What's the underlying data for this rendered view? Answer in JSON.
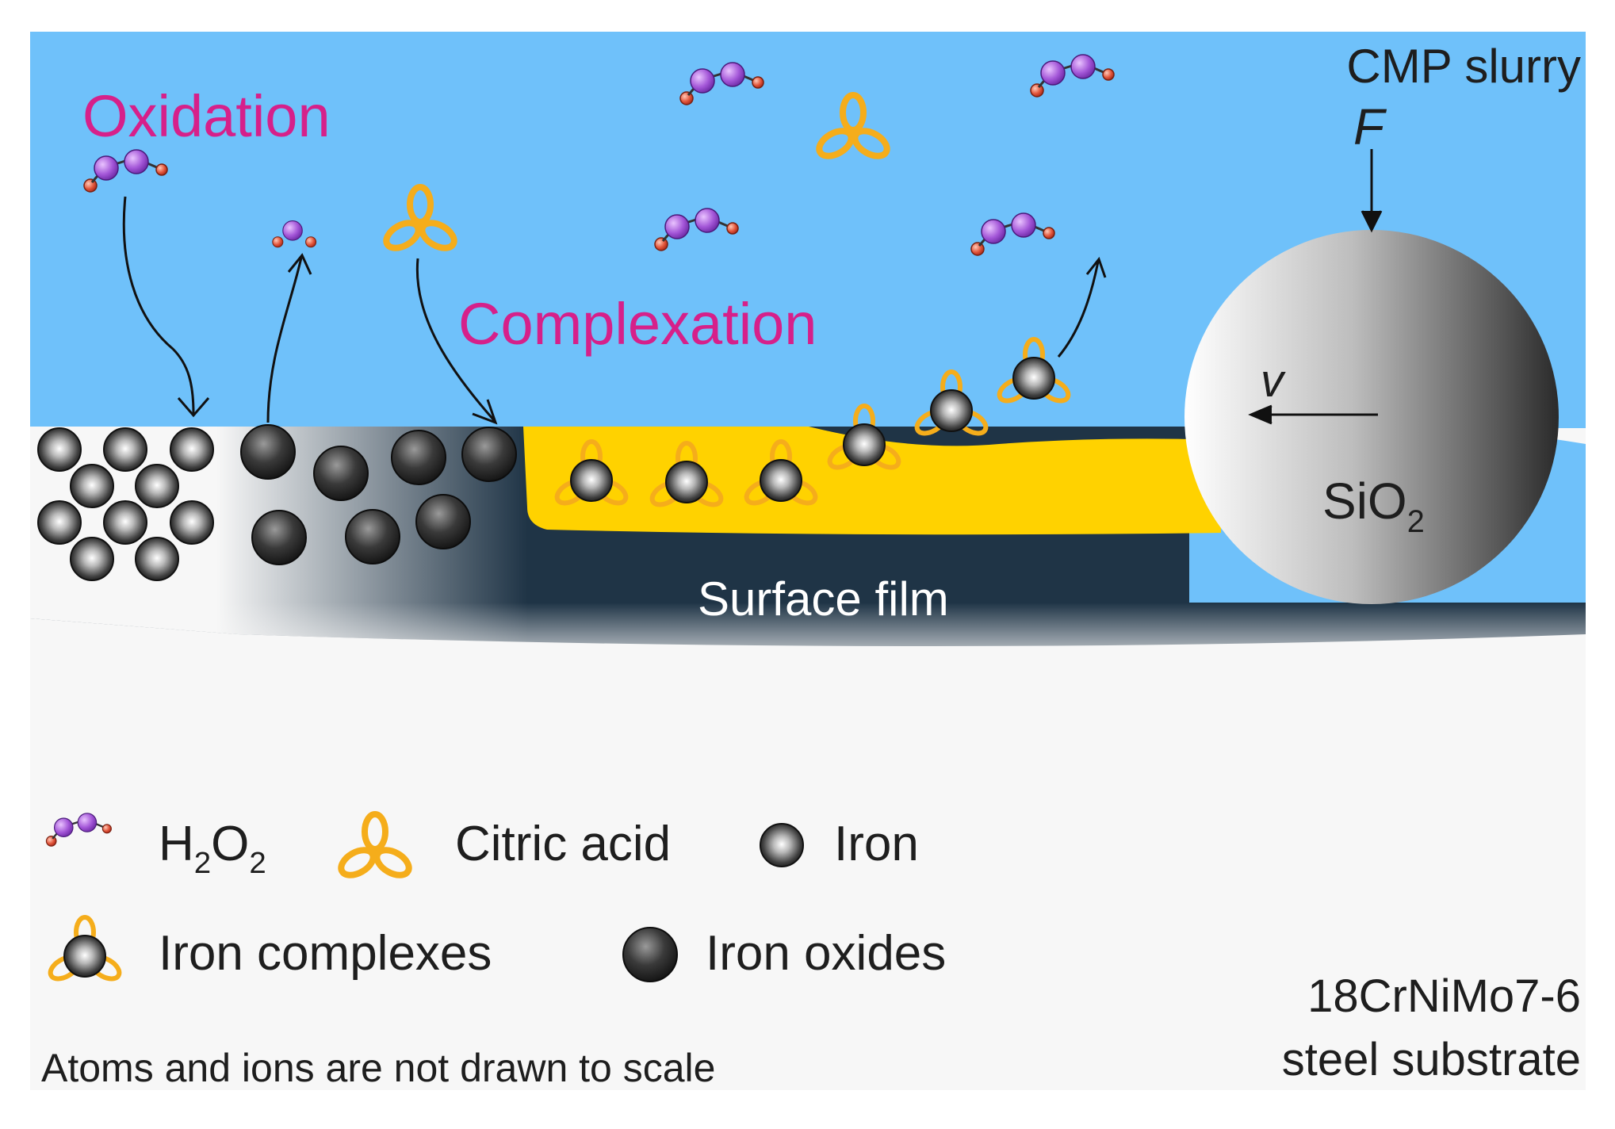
{
  "labels": {
    "oxidation": "Oxidation",
    "complexation": "Complexation",
    "slurry": "CMP slurry",
    "force": "F",
    "velocity": "v",
    "sio2_main": "SiO",
    "sio2_sub": "2",
    "surface_film": "Surface film",
    "substrate_line1": "18CrNiMo7-6",
    "substrate_line2": "steel substrate",
    "scale_note": "Atoms and ions are not drawn to scale"
  },
  "legend": {
    "h2o2_h": "H",
    "h2o2_sub1": "2",
    "h2o2_o": "O",
    "h2o2_sub2": "2",
    "citric_acid": "Citric acid",
    "iron": "Iron",
    "iron_complexes": "Iron complexes",
    "iron_oxides": "Iron oxides"
  },
  "icons": [
    "h2o2-molecule-icon",
    "citric-acid-icon",
    "iron-atom-icon",
    "iron-complex-icon",
    "iron-oxide-icon",
    "sio2-particle-icon"
  ],
  "colors": {
    "slurry": "#6fc1fa",
    "substrate": "#f7f7f7",
    "film_dark": "#1f3446",
    "complex_layer": "#ffd200",
    "citric": "#f5ad1b",
    "h2o2_purple": "#a457d8",
    "h2o2_red": "#e2553a",
    "label_magenta": "#d6208a"
  }
}
